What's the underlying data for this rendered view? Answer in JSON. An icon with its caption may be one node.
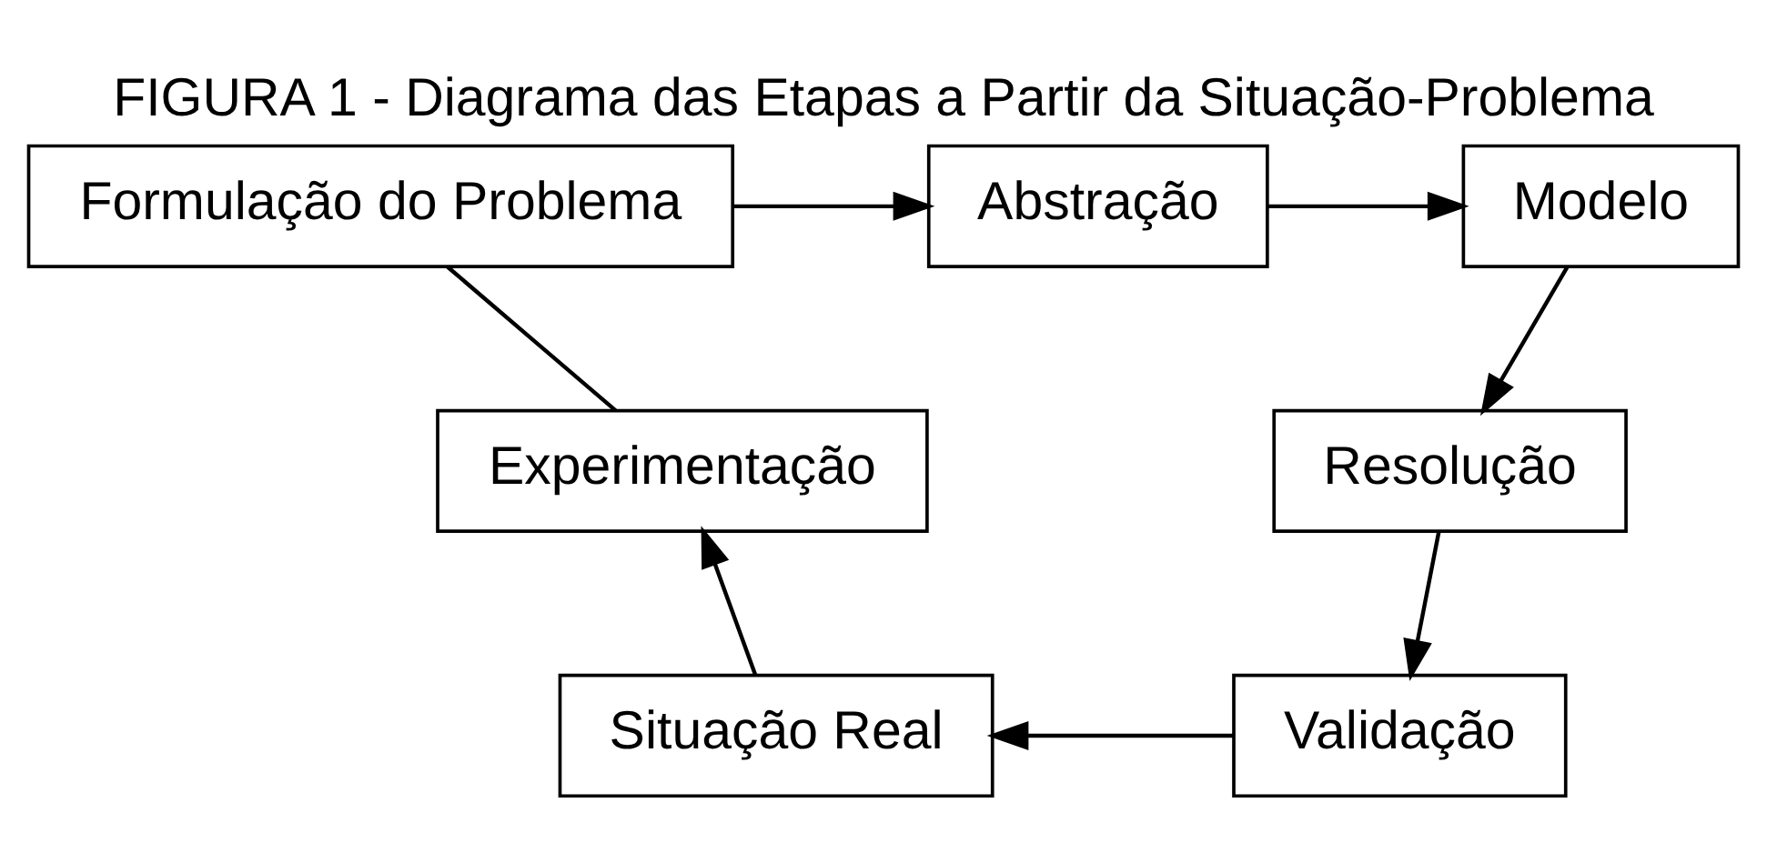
{
  "diagram": {
    "title": "FIGURA 1 - Diagrama das Etapas a Partir da Situação-Problema",
    "nodes": [
      {
        "text": [
          "Formulação do Problema"
        ]
      },
      {
        "text": [
          "Abstração"
        ]
      },
      {
        "text": [
          "Modelo"
        ]
      },
      {
        "text": [
          "Resolução"
        ]
      },
      {
        "text": [
          "Validação"
        ]
      },
      {
        "text": [
          "Situação Real"
        ]
      },
      {
        "text": [
          "Experimentação"
        ]
      }
    ],
    "edges": [
      {
        "from": 0,
        "to": 1,
        "arrow": "to"
      },
      {
        "from": 1,
        "to": 2,
        "arrow": "to"
      },
      {
        "from": 2,
        "to": 3,
        "arrow": "to"
      },
      {
        "from": 3,
        "to": 4,
        "arrow": "to"
      },
      {
        "from": 4,
        "to": 5,
        "arrow": "to"
      },
      {
        "from": 5,
        "to": 6,
        "arrow": "to"
      },
      {
        "from": 6,
        "to": 0,
        "arrow": "none"
      }
    ]
  }
}
